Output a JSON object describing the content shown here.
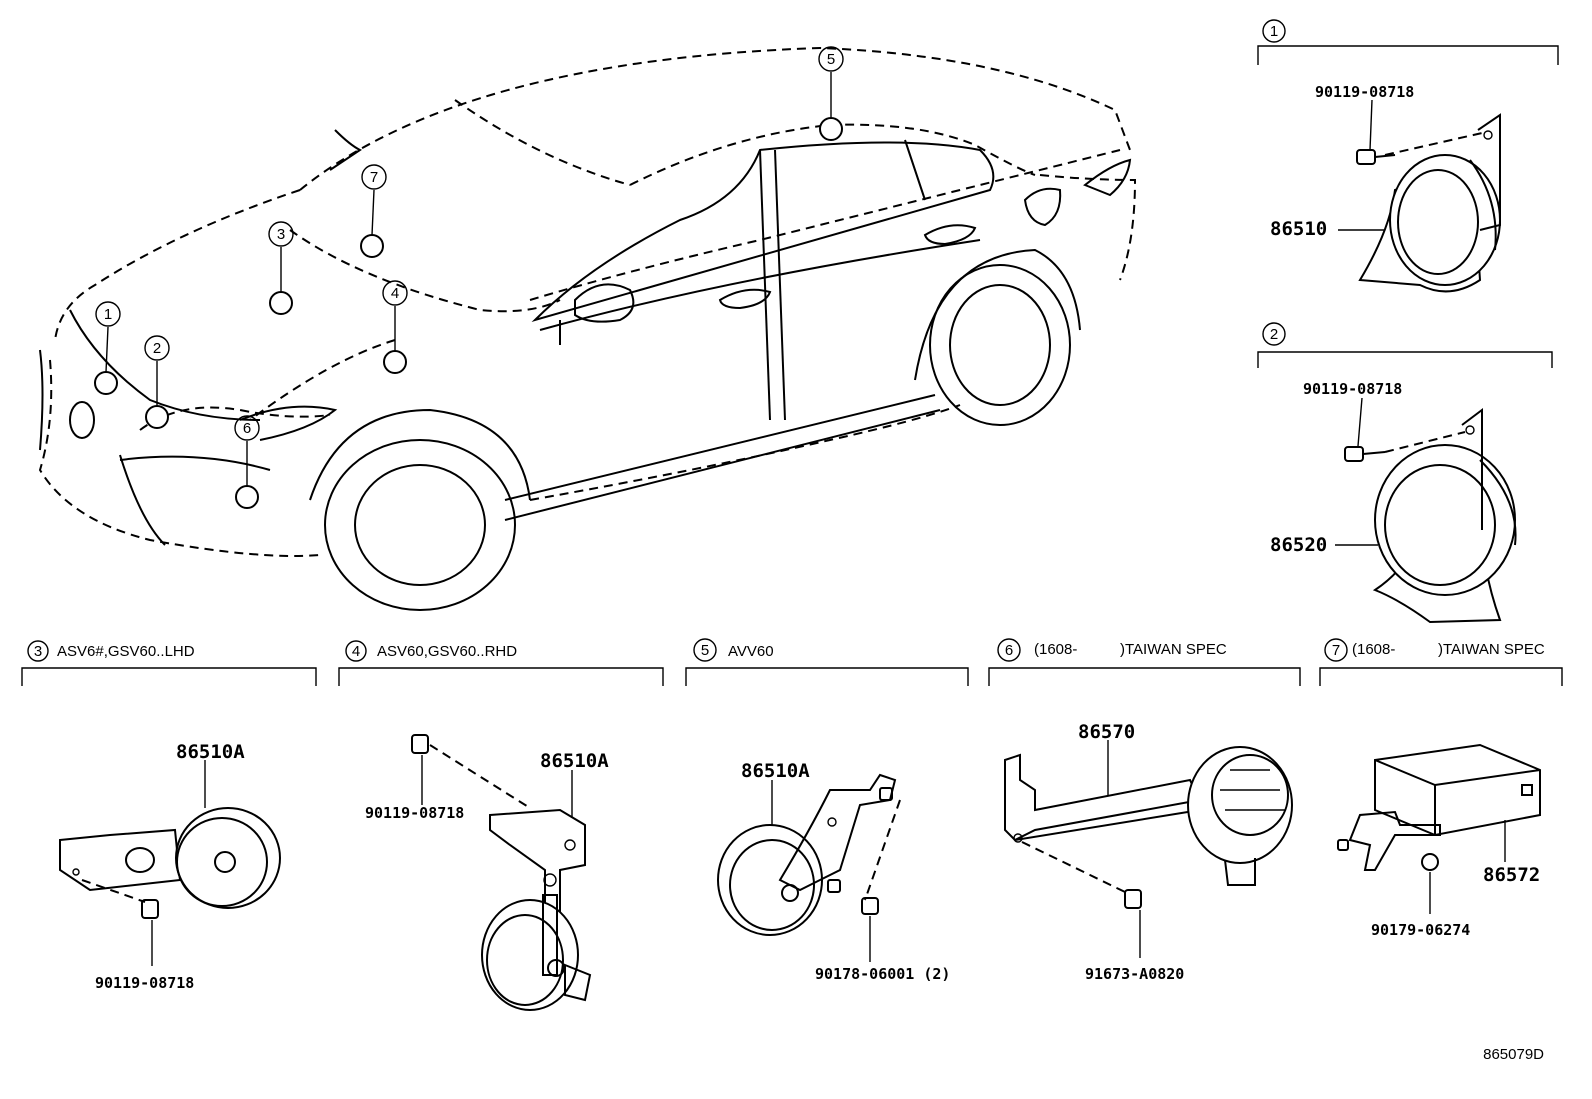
{
  "callouts": [
    "1",
    "2",
    "3",
    "4",
    "5",
    "6",
    "7"
  ],
  "parts": {
    "bolt_1": "90119-08718",
    "horn_high": "86510",
    "bolt_2": "90119-08718",
    "horn_low": "86520",
    "horn_a_3": "86510A",
    "bolt_3": "90119-08718",
    "horn_a_4": "86510A",
    "bolt_4": "90119-08718",
    "horn_a_5": "86510A",
    "nut_5": "90178-06001 (2)",
    "sensor_6": "86570",
    "bolt_6": "91673-A0820",
    "ecu_7": "86572",
    "nut_7": "90179-06274"
  },
  "sections": {
    "s3": "ASV6#,GSV60..LHD",
    "s4": "ASV60,GSV60..RHD",
    "s5": "AVV60",
    "s6_date": "(1608-",
    "s6_spec": ")TAIWAN SPEC",
    "s7_date": "(1608-",
    "s7_spec": ")TAIWAN SPEC"
  },
  "figure_id": "865079D"
}
